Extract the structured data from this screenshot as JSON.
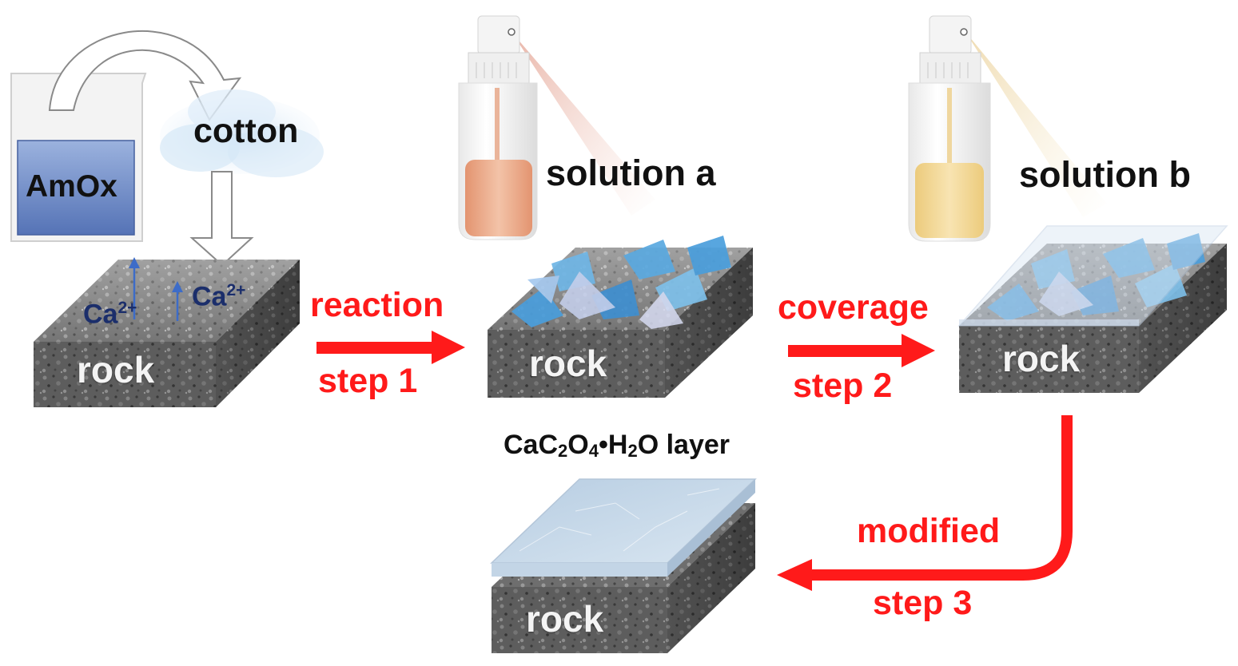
{
  "colors": {
    "arrow_red": "#ff1a1a",
    "label_black": "#111111",
    "ion_blue": "#1b2e6b",
    "crystal_blue": "#4a9edc",
    "solution_a": "#e9a07c",
    "solution_b": "#f1d48e",
    "amox_liquid": "#5f7fbf"
  },
  "labels": {
    "amox": "AmOx",
    "cotton": "cotton",
    "solution_a": "solution a",
    "solution_b": "solution b",
    "rock": "rock",
    "ion": "Ca",
    "ion_charge": "2+",
    "layer_formula": {
      "p1": "CaC",
      "s1": "2",
      "p2": "O",
      "s2": "4",
      "p3": "•H",
      "s3": "2",
      "p4": "O layer"
    }
  },
  "steps": [
    {
      "action": "reaction",
      "step": "step 1"
    },
    {
      "action": "coverage",
      "step": "step 2"
    },
    {
      "action": "modified",
      "step": "step 3"
    }
  ],
  "icons": [
    "beaker-icon",
    "cotton-icon",
    "spray-bottle-icon",
    "rock-block-icon",
    "crystal-icon"
  ]
}
